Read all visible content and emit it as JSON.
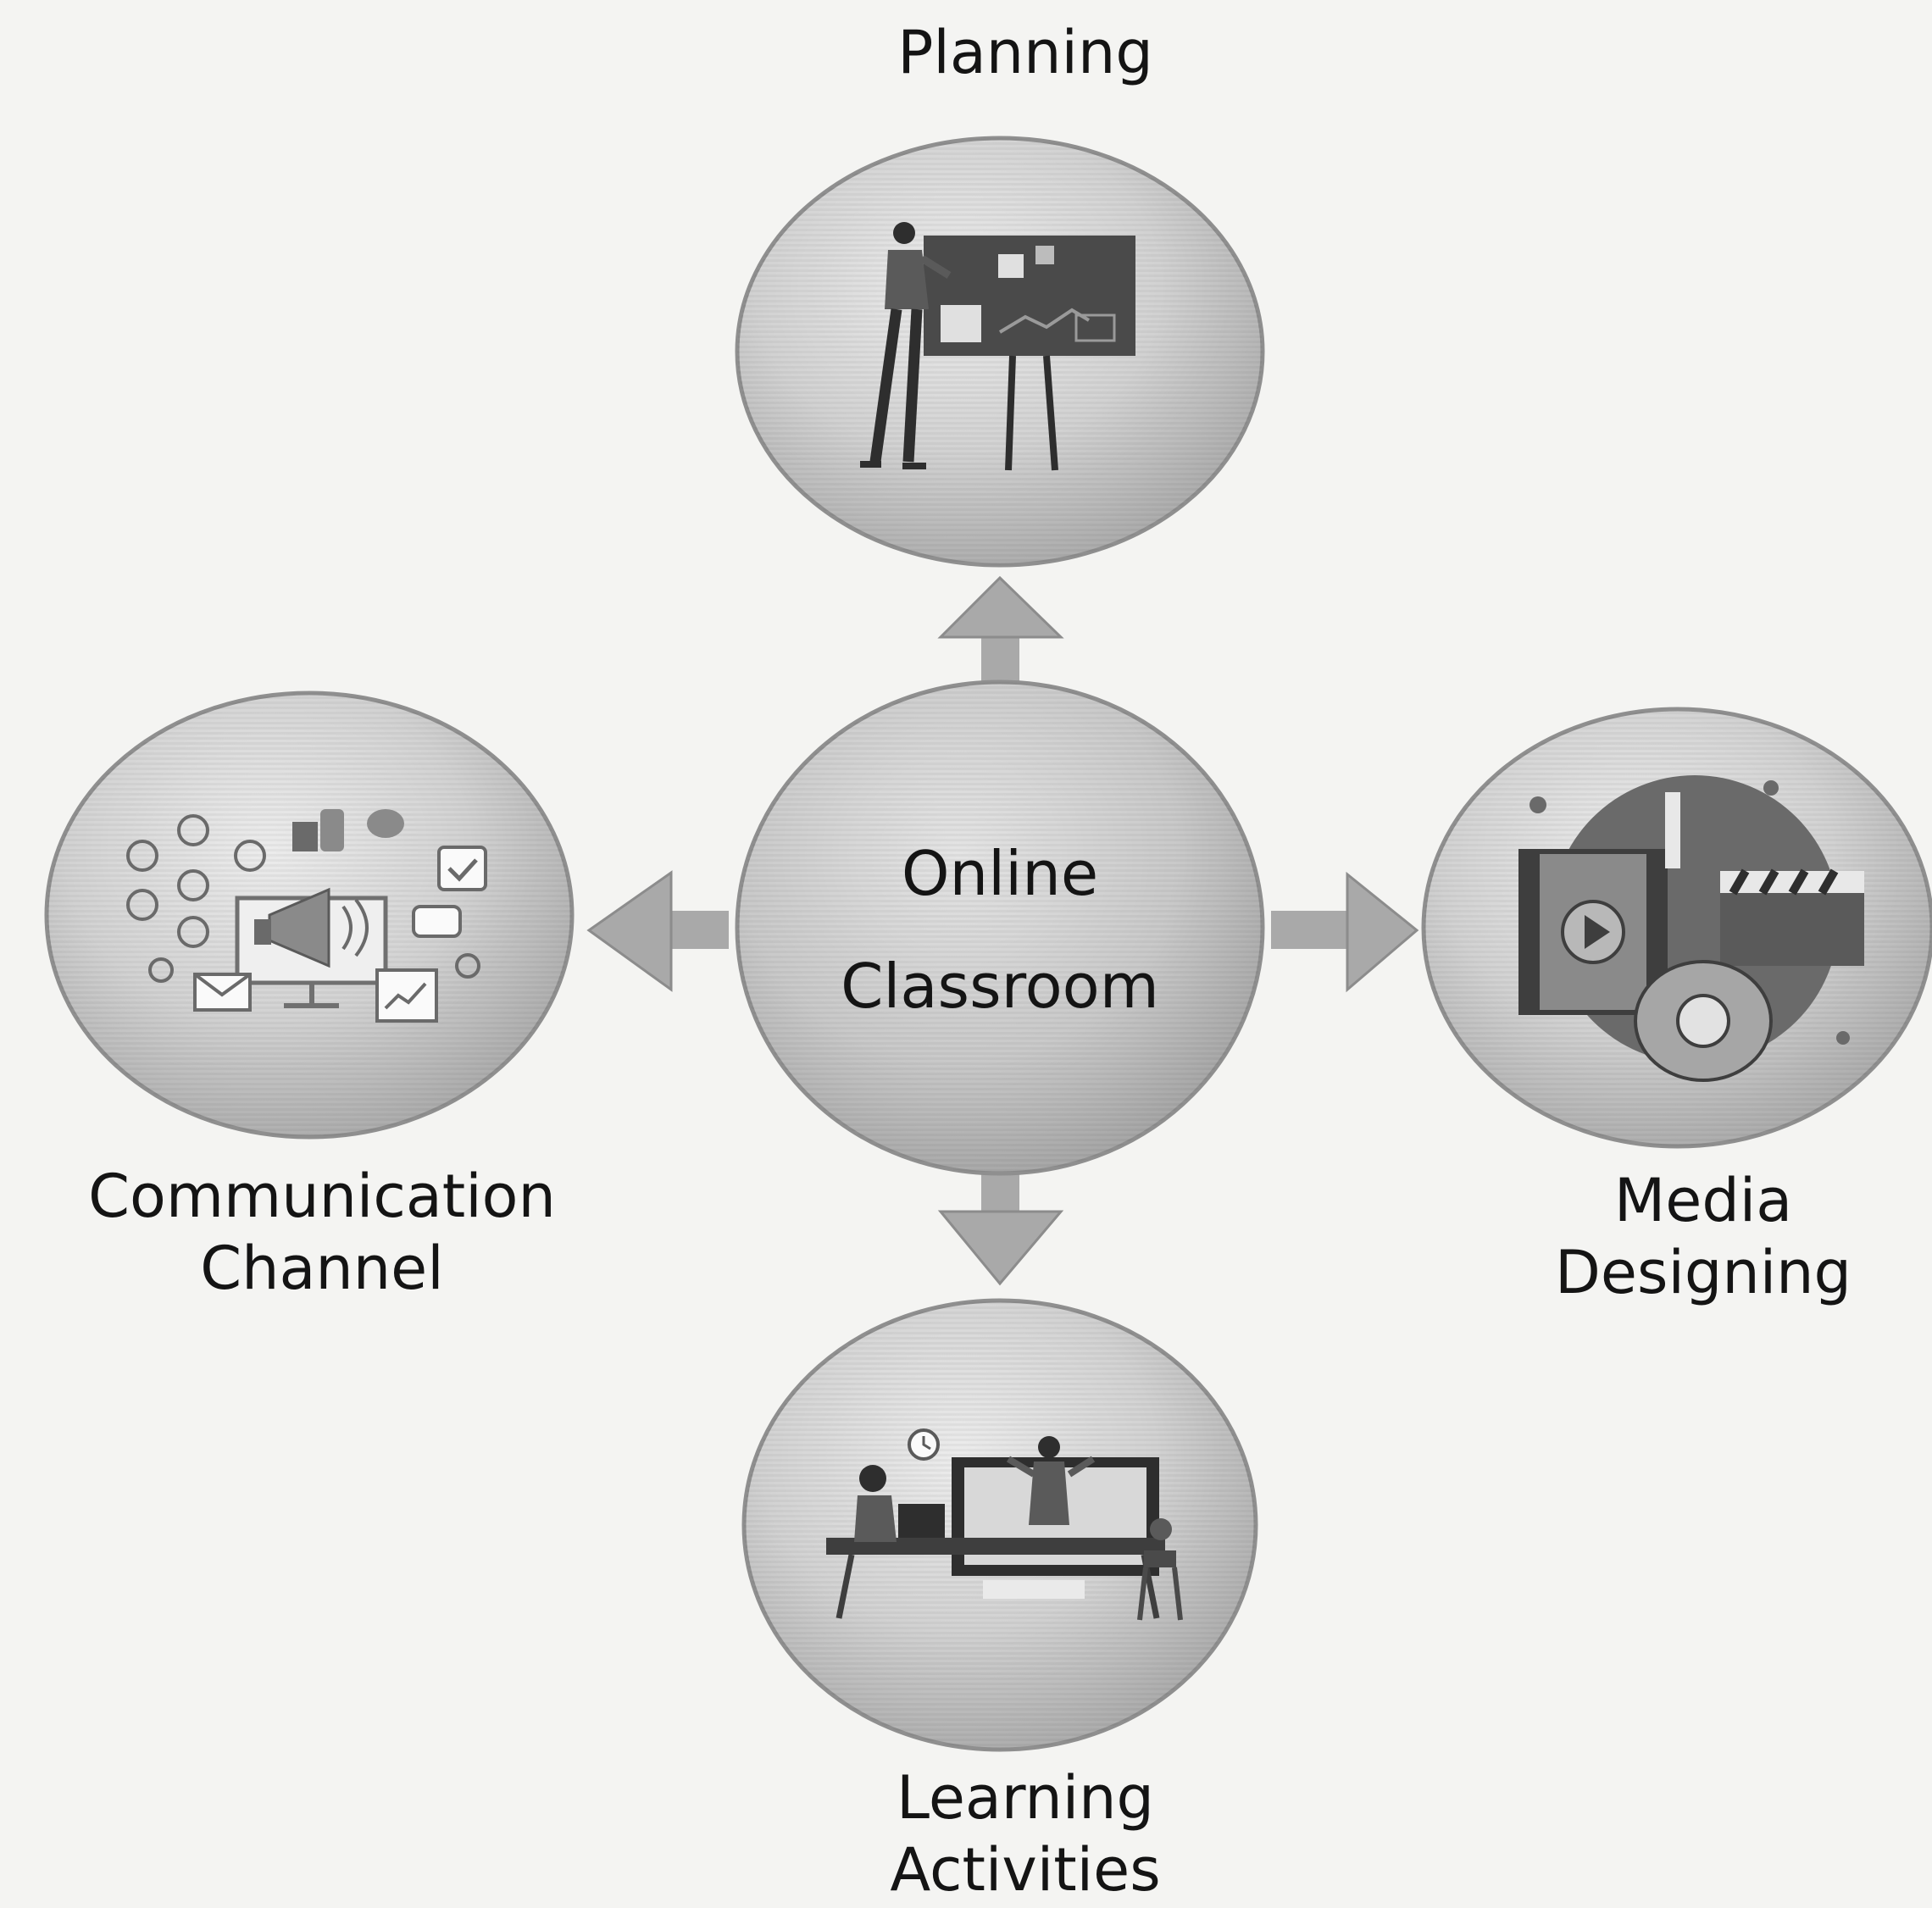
{
  "center": {
    "line1": "Online",
    "line2": "Classroom"
  },
  "nodes": {
    "planning": {
      "line1": "Planning",
      "icon": "presenter-at-board-icon"
    },
    "media": {
      "line1": "Media",
      "line2": "Designing",
      "icon": "film-clapper-camera-icon"
    },
    "learning": {
      "line1": "Learning",
      "line2": "Activities",
      "icon": "video-lesson-desk-icon"
    },
    "communication": {
      "line1": "Communication",
      "line2": "Channel",
      "icon": "megaphone-social-network-icon"
    }
  },
  "colors": {
    "bubble_fill": "#cfcfcf",
    "bubble_edge": "#9a9a9a",
    "arrow": "#a9a9a9",
    "text": "#141414",
    "background": "#f4f4f2"
  }
}
